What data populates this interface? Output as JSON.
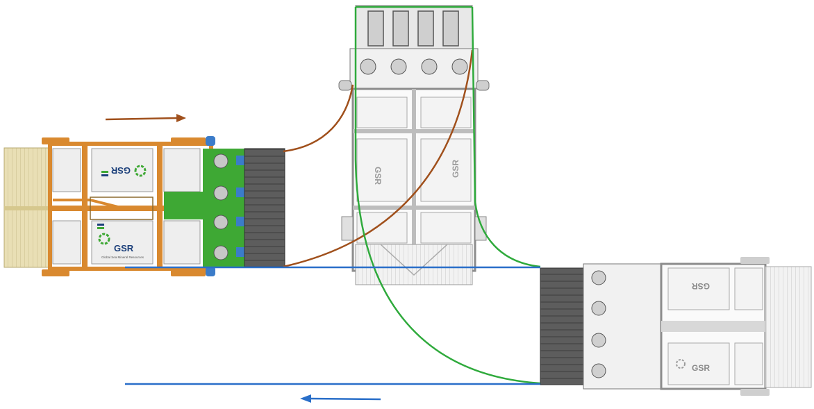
{
  "diagram": {
    "logos": {
      "brand": "GSR",
      "tagline": "Global Sea Mineral Resources"
    },
    "colors": {
      "background": "#ffffff",
      "arrow_forward": "#a0501c",
      "arrow_return": "#2a6fc9",
      "connector_brown": "#a0501c",
      "connector_green": "#2faa3c",
      "baseline_blue": "#2a6fc9",
      "vehicle_frame_orange": "#d9892f",
      "vehicle_frame_grey": "#8c8c8c",
      "hydraulic_green": "#3ea834",
      "pipe_blue": "#3b7cc9",
      "collector_beige": "#e9dfb5",
      "tank_light": "#eeeeee"
    },
    "icons": [
      "right-arrow-icon",
      "left-arrow-icon",
      "gsr-logo-icon"
    ],
    "vehicles": [
      {
        "id": "left",
        "style": "colored",
        "direction": "right"
      },
      {
        "id": "top",
        "style": "grey",
        "direction": "down"
      },
      {
        "id": "right",
        "style": "grey",
        "direction": "left"
      }
    ]
  }
}
